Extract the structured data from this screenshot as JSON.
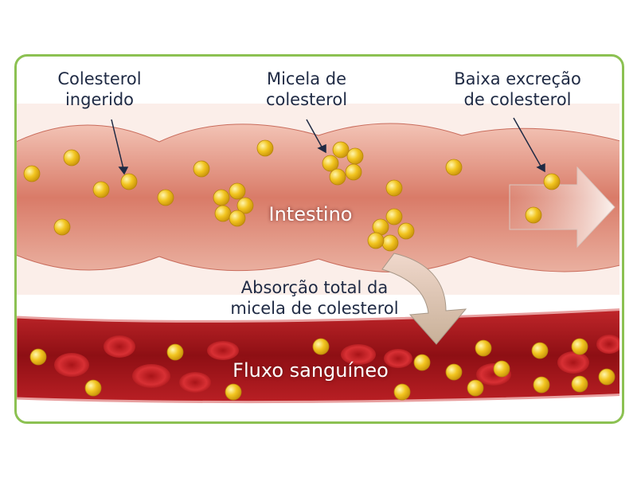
{
  "labels": {
    "ingested": "Colesterol\ningerido",
    "micelle": "Micela de\ncolesterol",
    "excretion": "Baixa excreção\nde colesterol",
    "intestine": "Intestino",
    "absorption": "Absorção total da\nmicela de colesterol",
    "bloodstream": "Fluxo sanguíneo"
  },
  "colors": {
    "frame": "#8cc152",
    "intestine": "#e49a8a",
    "vessel": "#a8161c",
    "cholesterol": "#f2c520"
  }
}
